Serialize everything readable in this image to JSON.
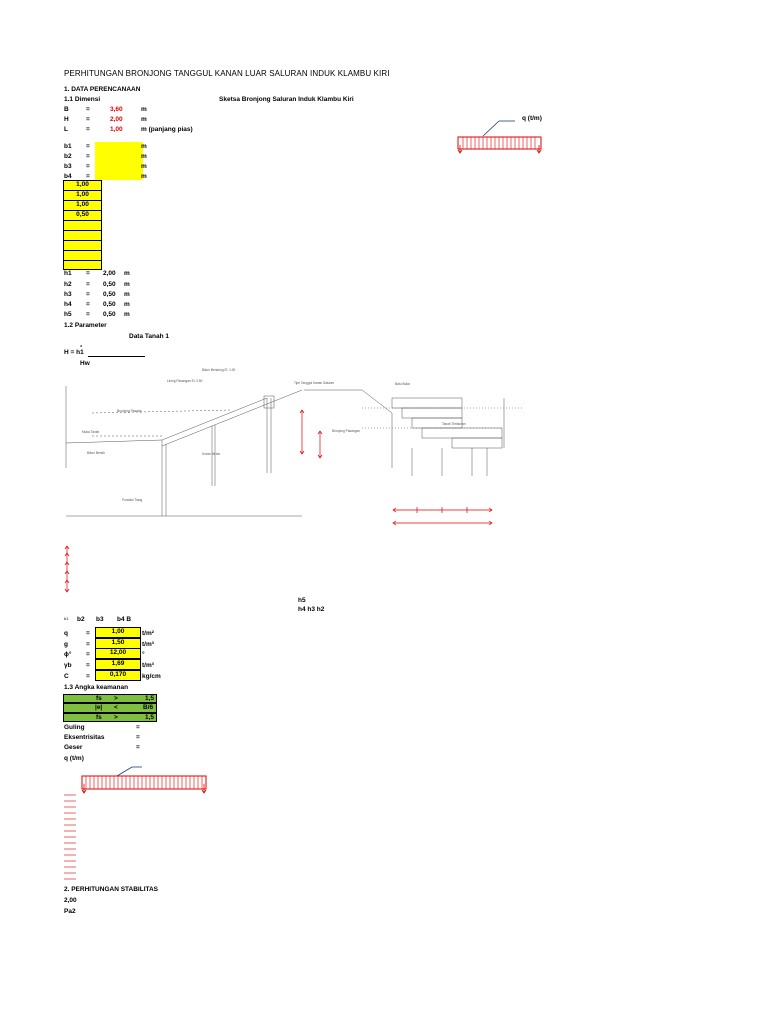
{
  "title": "PERHITUNGAN BRONJONG TANGGUL KANAN LUAR SALURAN INDUK KLAMBU KIRI",
  "section1": "1. DATA PERENCANAAN",
  "sub11": "1.1 Dimensi",
  "sketch_title": "Sketsa Bronjong Saluran Induk Klambu Kiri",
  "dims": [
    {
      "label": "B",
      "eq": "=",
      "value": "3,60",
      "unit": "m"
    },
    {
      "label": "H",
      "eq": "=",
      "value": "2,00",
      "unit": "m"
    },
    {
      "label": "L",
      "eq": "=",
      "value": "1,00",
      "unit": "m (panjang pias)"
    }
  ],
  "b_rows": [
    {
      "label": "b1",
      "eq": "=",
      "unit": "m"
    },
    {
      "label": "b2",
      "eq": "=",
      "unit": "m"
    },
    {
      "label": "b3",
      "eq": "=",
      "unit": "m"
    },
    {
      "label": "b4",
      "eq": "=",
      "unit": "m"
    }
  ],
  "b_values": [
    "1,00",
    "1,00",
    "1,00",
    "0,50"
  ],
  "h_rows": [
    {
      "label": "h1",
      "eq": "=",
      "value": "2,00",
      "unit": "m"
    },
    {
      "label": "h2",
      "eq": "=",
      "value": "0,50",
      "unit": "m"
    },
    {
      "label": "h3",
      "eq": "=",
      "value": "0,50",
      "unit": "m"
    },
    {
      "label": "h4",
      "eq": "=",
      "value": "0,50",
      "unit": "m"
    },
    {
      "label": "h5",
      "eq": "=",
      "value": "0,50",
      "unit": "m"
    }
  ],
  "sub12": "1.2 Parameter",
  "data_tanah": "Data Tanah 1",
  "h_eq": "H = h1",
  "small_a": "a",
  "hw": "Hw",
  "q_label_top": "q (t/m)",
  "h5_label": "h5",
  "h432_label": "h4 h3 h2",
  "b_header": {
    "b1": "b1",
    "b2": "b2",
    "b3": "b3",
    "b4b": "b4 B"
  },
  "params": [
    {
      "label": "q",
      "eq": "=",
      "value": "1,00",
      "unit": "t/m²"
    },
    {
      "label": "g",
      "eq": "=",
      "value": "1,50",
      "unit": "t/m³"
    },
    {
      "label": "ϕ°",
      "eq": "=",
      "value": "12,00",
      "unit": "°"
    },
    {
      "label": "γb",
      "eq": "=",
      "value": "1,69",
      "unit": "t/m³"
    },
    {
      "label": "C",
      "eq": "=",
      "value": "0,170",
      "unit": "kg/cm"
    }
  ],
  "sub13": "1.3 Angka keamanan",
  "safety": [
    {
      "a": "fs",
      "op": ">",
      "b": "1,5"
    },
    {
      "a": "|e|",
      "op": "<",
      "b": "B/6"
    },
    {
      "a": "fs",
      "op": ">",
      "b": "1,5"
    }
  ],
  "checks": [
    {
      "label": "Guling",
      "eq": "="
    },
    {
      "label": "Eksentrisitas",
      "eq": "="
    },
    {
      "label": "Geser",
      "eq": "="
    }
  ],
  "q_label_bottom": "q (t/m)",
  "section2": "2. PERHITUNGAN STABILITAS",
  "val_200": "2,00",
  "pa2": "Pa2",
  "drawing_texts": {
    "t1": "Bikon Bendung El. 1.00",
    "t2": "Lining Pasangan El. 0.50",
    "t3": "Tipe Tanggul Kanan Saluran",
    "t4": "Batu Bulat",
    "t5": "Bronjong Pasang",
    "t6": "Muka Tanah",
    "t7": "Bikon Bersih",
    "t8": "Bronjong Pasangan",
    "t9": "Tanah Timbunan",
    "t10": "Kolom Beton",
    "t11": "Pondasi Tiang"
  },
  "colors": {
    "yellow": "#ffff00",
    "green": "#7fbf3f",
    "red": "#e00000"
  }
}
